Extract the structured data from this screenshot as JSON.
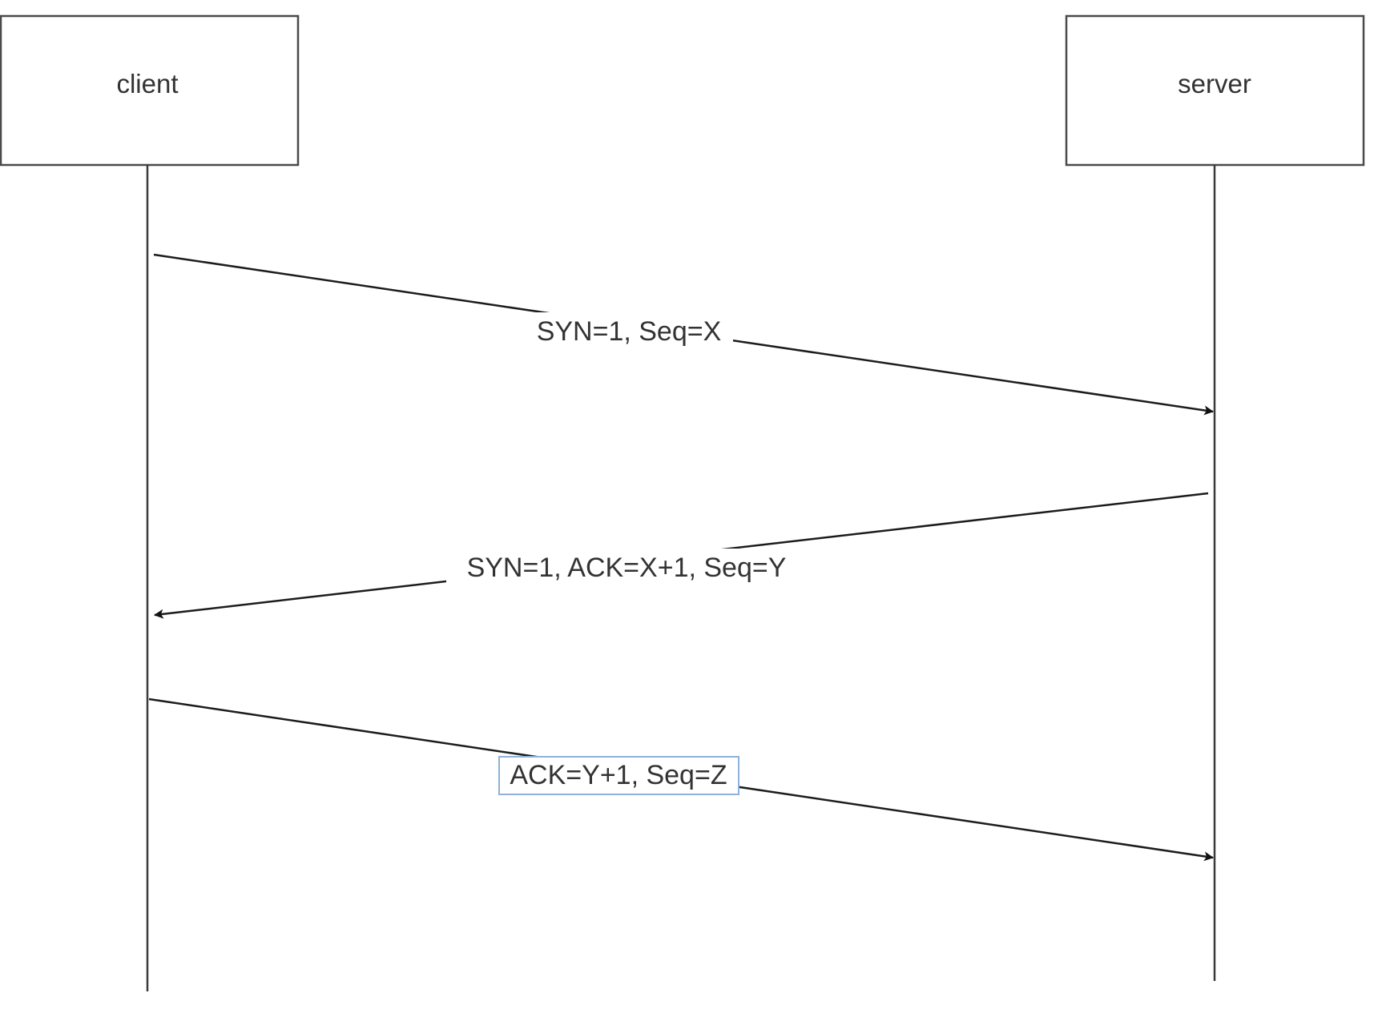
{
  "diagram": {
    "participants": {
      "client": {
        "label": "client"
      },
      "server": {
        "label": "server"
      }
    },
    "messages": [
      {
        "from": "client",
        "to": "server",
        "label": "SYN=1, Seq=X"
      },
      {
        "from": "server",
        "to": "client",
        "label": "SYN=1, ACK=X+1, Seq=Y"
      },
      {
        "from": "client",
        "to": "server",
        "label": "ACK=Y+1, Seq=Z",
        "selected": true
      }
    ]
  }
}
